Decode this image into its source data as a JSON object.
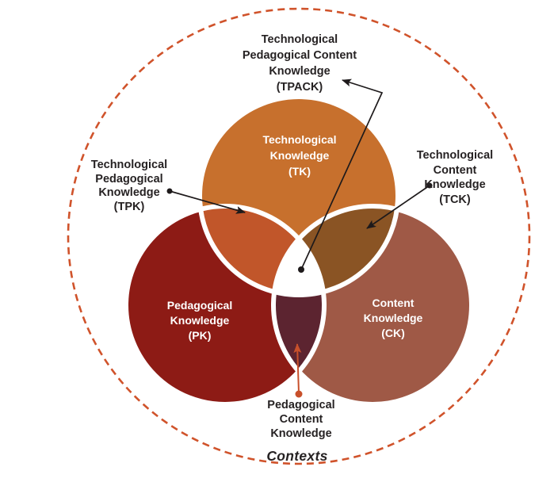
{
  "venn": {
    "circles": {
      "tk": {
        "label": "Technological\nKnowledge\n(TK)",
        "color": "#C7702D"
      },
      "pk": {
        "label": "Pedagogical\nKnowledge\n(PK)",
        "color": "#8D1B15"
      },
      "ck": {
        "label": "Content\nKnowledge\n(CK)",
        "color": "#9F5946"
      }
    },
    "overlaps": {
      "tpk": {
        "label": "Technological\nPedagogical\nKnowledge\n(TPK)",
        "color": "#C1562A"
      },
      "tck": {
        "label": "Technological\nContent Knowledge\n(TCK)",
        "color": "#8A5424"
      },
      "pck": {
        "label": "Pedagogical\nContent\nKnowledge",
        "color": "#5C2430"
      },
      "tpack": {
        "label": "Technological\nPedagogical Content\nKnowledge\n(TPACK)",
        "color": "#FFFFFF"
      }
    },
    "context_label": "Contexts",
    "colors": {
      "background": "#FFFFFF",
      "dashed_ring": "#D0532B",
      "ring_gap_white": "#FFFFFF",
      "arrow_black": "#1E1A1B",
      "arrow_orange": "#C8502B",
      "label_text": "#262223",
      "circle_label_text": "#FFFFFF"
    }
  }
}
